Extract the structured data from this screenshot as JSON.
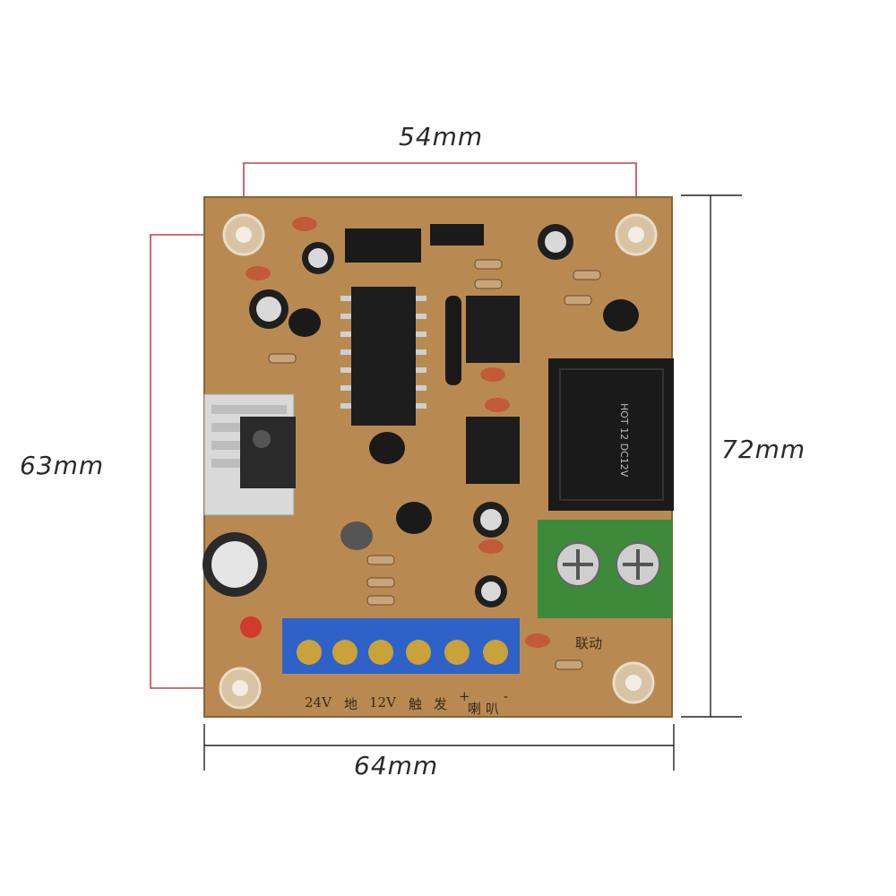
{
  "dimensions": {
    "hole_spacing_horizontal": "54mm",
    "board_width": "64mm",
    "hole_spacing_vertical": "63mm",
    "board_height": "72mm"
  },
  "terminal_labels": [
    "24V",
    "地",
    "12V",
    "触",
    "发",
    "+",
    "喇",
    "叭",
    "-"
  ],
  "relay_label": "联动",
  "relay_marking": "HOT 12 DC12V",
  "colors": {
    "board": "#b88a52",
    "dimension_line": "#c0444a",
    "terminal_block": "#2f62c8",
    "relay_terminal": "#3d8a3a"
  }
}
